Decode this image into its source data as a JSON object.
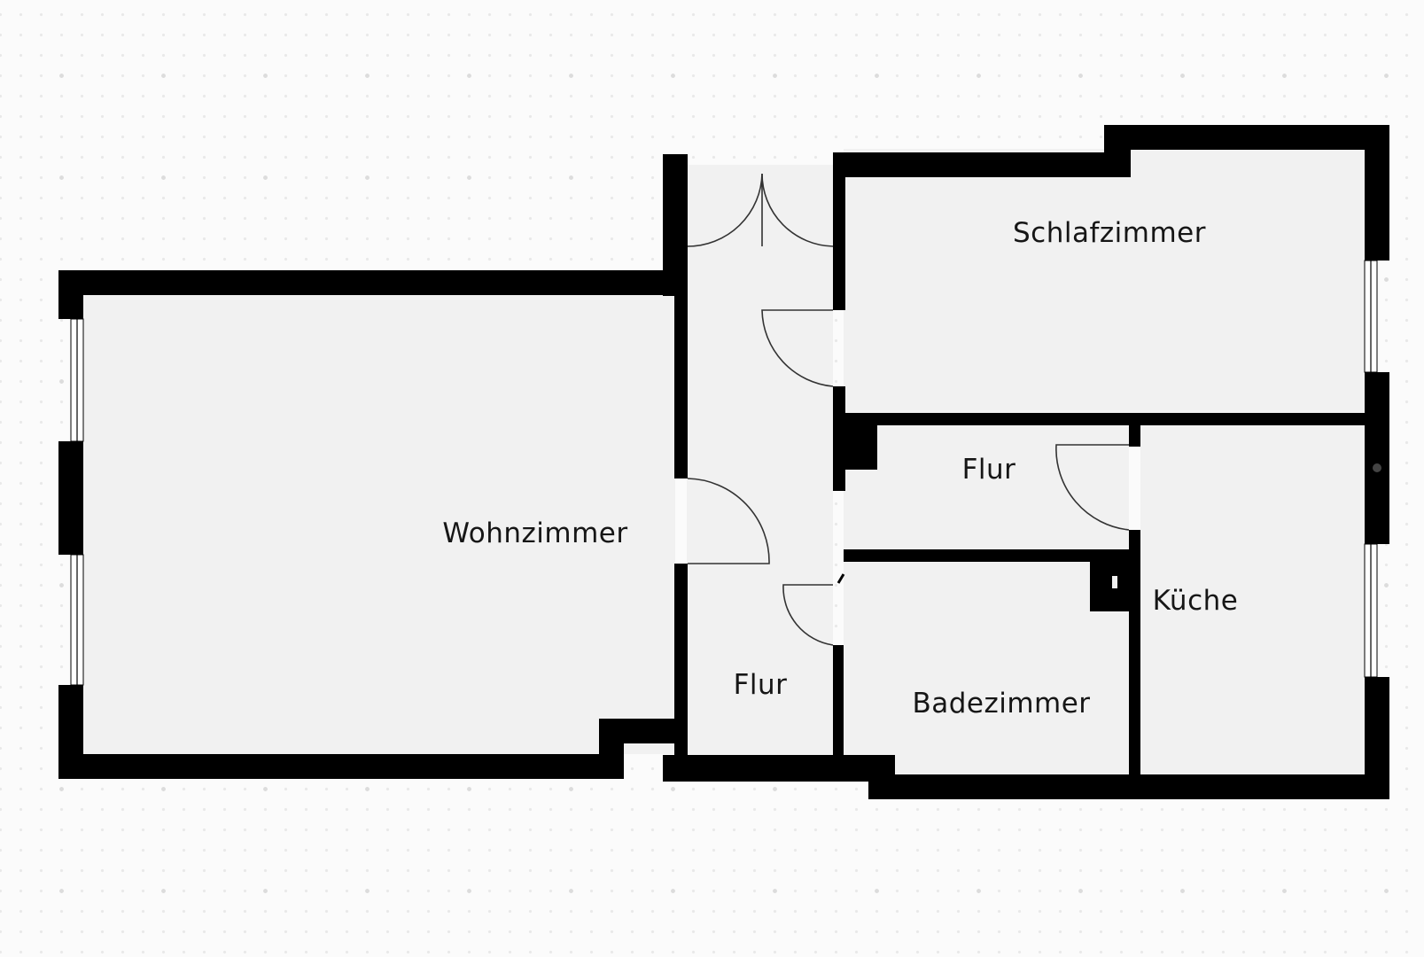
{
  "floor_plan": {
    "colors": {
      "wall": "#000000",
      "floor": "#f1f1f1",
      "door_arc": "#333333",
      "window": "#ffffff"
    },
    "rooms": [
      {
        "id": "wohnzimmer",
        "label": "Wohnzimmer"
      },
      {
        "id": "schlafzimmer",
        "label": "Schlafzimmer"
      },
      {
        "id": "flur-upper",
        "label": "Flur"
      },
      {
        "id": "flur-lower",
        "label": "Flur"
      },
      {
        "id": "badezimmer",
        "label": "Badezimmer"
      },
      {
        "id": "kueche",
        "label": "Küche"
      }
    ]
  }
}
